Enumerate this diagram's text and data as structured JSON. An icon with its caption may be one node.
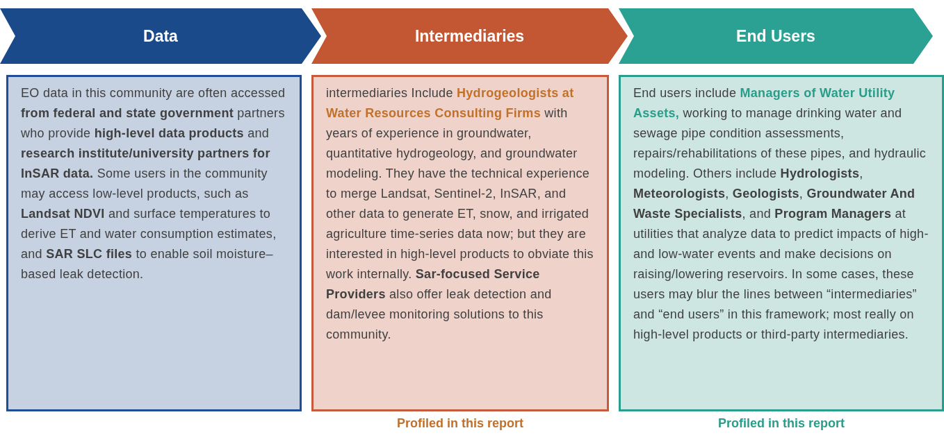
{
  "diagram": {
    "nodes": [
      {
        "text": [
          "Data"
        ]
      },
      {
        "text": [
          "Intermediaries"
        ]
      },
      {
        "text": [
          "End Users"
        ]
      },
      {
        "text": [
          "EO data in this community are often accessed **from federal and state government** partners who provide **high-level data products** and **research institute/university partners for InSAR data.** Some users in the community may access low-level products, such as **Landsat NDVI** and surface temperatures to derive ET and water consumption estimates, and **SAR SLC files** to enable soil moisture–based leak detection."
        ]
      },
      {
        "text": [
          "intermediaries Include **Hydrogeologists at Water Resources Consulting Firms** with years of experience in groundwater, quantitative hydrogeology, and groundwater modeling. They have the technical experience to merge Landsat, Sentinel-2, InSAR, and other data to generate ET, snow, and irrigated agriculture time-series data now; but they are interested in high-level products to obviate this work internally. **Sar-focused Service Providers** also offer leak detection and dam/levee monitoring solutions to this community."
        ],
        "beside": [
          "Profiled in this report"
        ]
      },
      {
        "text": [
          "End users include **Managers of Water Utility Assets,** working to manage drinking water and sewage pipe condition assessments, repairs/rehabilitations of these pipes, and hydraulic modeling. Others include **Hydrologists**, **Meteorologists**, **Geologists**, **Groundwater And Waste Specialists**, and **Program Managers** at utilities that analyze data to predict impacts of high- and low-water events and make decisions on raising/lowering reservoirs. In some cases, these users may blur the lines between “intermediaries” and “end users” in this framework; most really on high-level products or third-party intermediaries."
        ],
        "beside": [
          "Profiled in this report"
        ]
      }
    ]
  }
}
